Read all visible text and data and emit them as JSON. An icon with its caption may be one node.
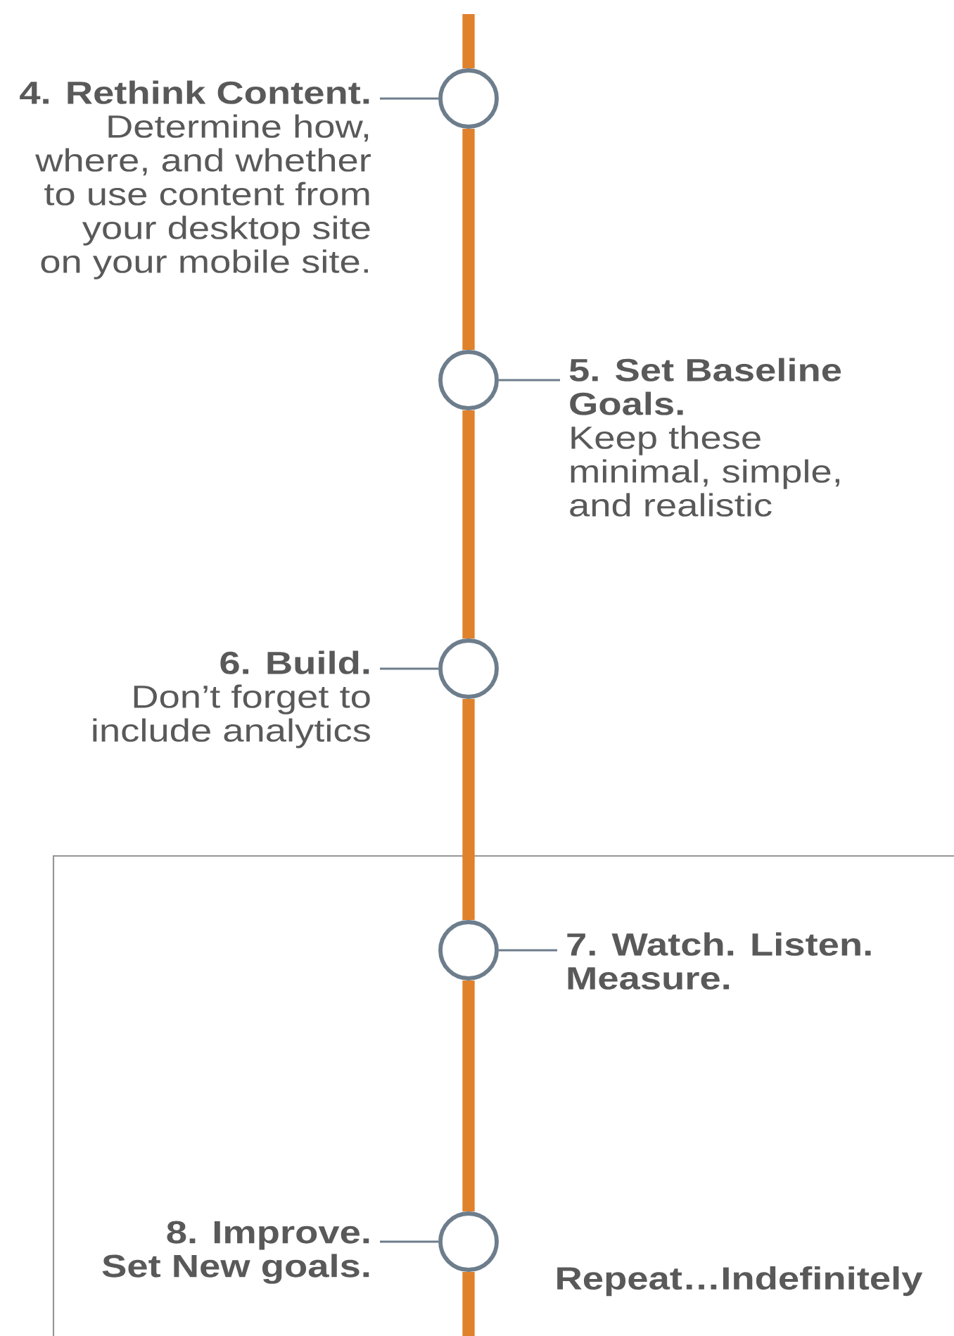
{
  "diagram": {
    "nodes": [
      {
        "text": [
          "4. Rethink Content.",
          "Determine how, where, and whether to use content from your desktop site on your mobile site."
        ]
      },
      {
        "text": [],
        "shape": "circle"
      },
      {
        "text": [
          "5. Set Baseline Goals.",
          "Keep these minimal, simple, and realistic"
        ]
      },
      {
        "text": [],
        "shape": "circle"
      },
      {
        "text": [
          "6. Build.",
          "Don’t forget to include analytics"
        ]
      },
      {
        "text": [],
        "shape": "circle"
      },
      {
        "text": [
          "7. Watch. Listen. Measure."
        ]
      },
      {
        "text": [],
        "shape": "circle"
      },
      {
        "text": [
          "8. Improve.",
          "Set New goals."
        ]
      },
      {
        "text": [],
        "shape": "circle"
      }
    ],
    "edges": [
      {
        "from": 0,
        "to": 1,
        "arrow": "none",
        "color": "#6d7d8c"
      },
      {
        "from": 2,
        "to": 3,
        "arrow": "none",
        "color": "#6d7d8c"
      },
      {
        "from": 4,
        "to": 5,
        "arrow": "none",
        "color": "#6d7d8c"
      },
      {
        "from": 6,
        "to": 7,
        "arrow": "none",
        "color": "#6d7d8c"
      },
      {
        "from": 8,
        "to": 9,
        "arrow": "none",
        "color": "#6d7d8c"
      },
      {
        "from": null,
        "to": 1,
        "arrow": "none",
        "color": "#e0812c"
      },
      {
        "from": 1,
        "to": 3,
        "arrow": "none",
        "color": "#e0812c"
      },
      {
        "from": 3,
        "to": 5,
        "arrow": "none",
        "color": "#e0812c"
      },
      {
        "from": 5,
        "to": 7,
        "arrow": "none",
        "color": "#e0812c"
      },
      {
        "from": 7,
        "to": 9,
        "arrow": "none",
        "color": "#e0812c"
      },
      {
        "from": 9,
        "to": null,
        "arrow": "none",
        "color": "#e0812c"
      }
    ],
    "labels": [
      "Repeat…Indefinitely"
    ]
  }
}
